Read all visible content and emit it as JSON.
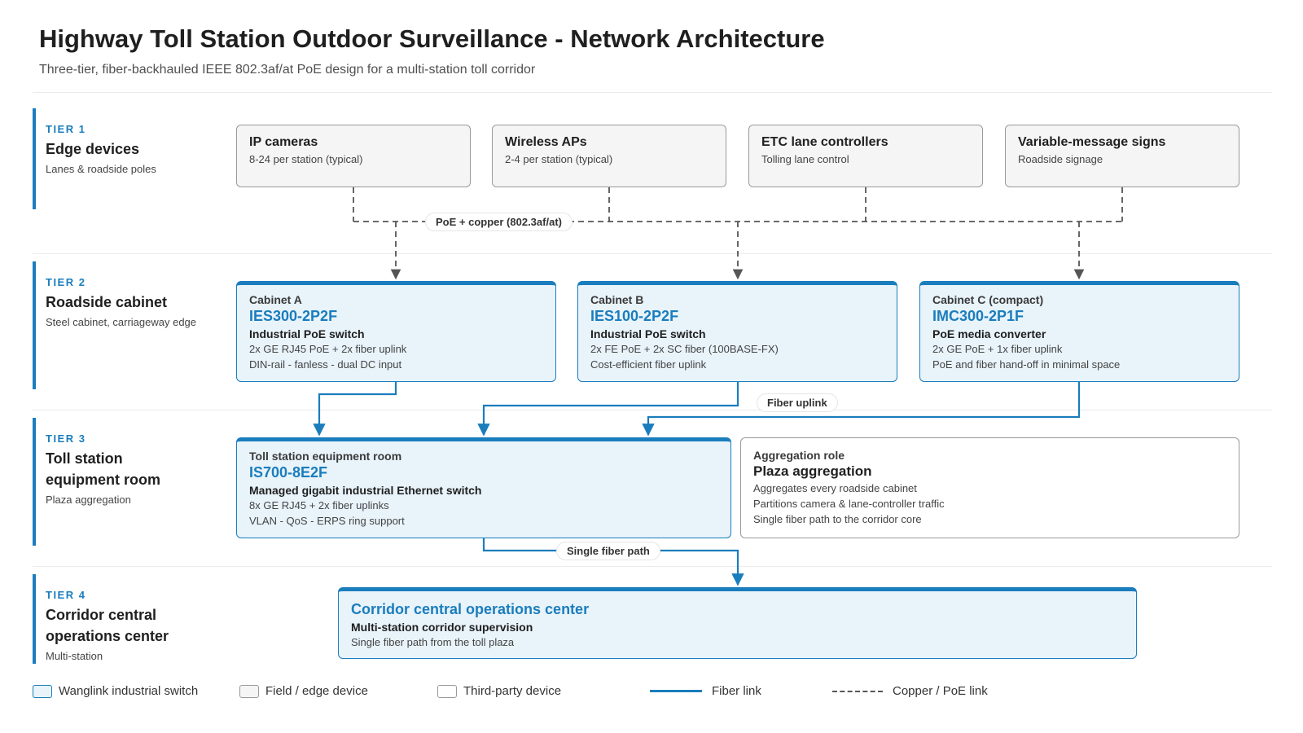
{
  "header": {
    "title": "Highway Toll Station Outdoor Surveillance - Network Architecture",
    "subtitle": "Three-tier, fiber-backhauled IEEE 802.3af/at PoE design for a multi-station toll corridor"
  },
  "tiers": [
    {
      "num": "TIER 1",
      "name": "Edge devices",
      "desc": "Lanes & roadside poles"
    },
    {
      "num": "TIER 2",
      "name": "Roadside cabinet",
      "desc": "Steel cabinet, carriageway edge"
    },
    {
      "num": "TIER 3",
      "name": "Toll station equipment room",
      "desc": "Plaza aggregation"
    },
    {
      "num": "TIER 4",
      "name": "Corridor central operations center",
      "desc": "Multi-station"
    }
  ],
  "edge_devices": [
    {
      "title": "IP cameras",
      "sub": "8-24 per station (typical)"
    },
    {
      "title": "Wireless APs",
      "sub": "2-4 per station (typical)"
    },
    {
      "title": "ETC lane controllers",
      "sub": "Tolling lane control"
    },
    {
      "title": "Variable-message signs",
      "sub": "Roadside signage"
    }
  ],
  "cabinets": [
    {
      "label": "Cabinet A",
      "model": "IES300-2P2F",
      "role": "Industrial PoE switch",
      "spec1": "2x GE RJ45 PoE + 2x fiber uplink",
      "spec2": "DIN-rail - fanless - dual DC input"
    },
    {
      "label": "Cabinet B",
      "model": "IES100-2P2F",
      "role": "Industrial PoE switch",
      "spec1": "2x FE PoE + 2x SC fiber (100BASE-FX)",
      "spec2": "Cost-efficient fiber uplink"
    },
    {
      "label": "Cabinet C (compact)",
      "model": "IMC300-2P1F",
      "role": "PoE media converter",
      "spec1": "2x GE PoE + 1x fiber uplink",
      "spec2": "PoE and fiber hand-off in minimal space"
    }
  ],
  "equipment_room": {
    "label": "Toll station equipment room",
    "model": "IS700-8E2F",
    "role": "Managed gigabit industrial Ethernet switch",
    "spec1": "8x GE RJ45 + 2x fiber uplinks",
    "spec2": "VLAN - QoS - ERPS ring support"
  },
  "aggregation": {
    "label": "Aggregation role",
    "title": "Plaza aggregation",
    "lines": [
      "Aggregates every roadside cabinet",
      "Partitions camera & lane-controller traffic",
      "Single fiber path to the corridor core"
    ]
  },
  "noc": {
    "title": "Corridor central operations center",
    "role": "Multi-station corridor supervision",
    "desc": "Single fiber path from the toll plaza"
  },
  "link_labels": {
    "copper": "PoE + copper (802.3af/at)",
    "fiber_uplink": "Fiber uplink",
    "single_fiber": "Single fiber path"
  },
  "legend": {
    "wanglink": "Wanglink industrial switch",
    "field": "Field / edge device",
    "third_party": "Third-party device",
    "fiber": "Fiber link",
    "copper": "Copper / PoE link"
  },
  "colors": {
    "accent": "#1a7dbd",
    "wanglink_fill": "#e8f3fa",
    "edge_fill": "#f5f5f5",
    "copper_line": "#555555"
  }
}
